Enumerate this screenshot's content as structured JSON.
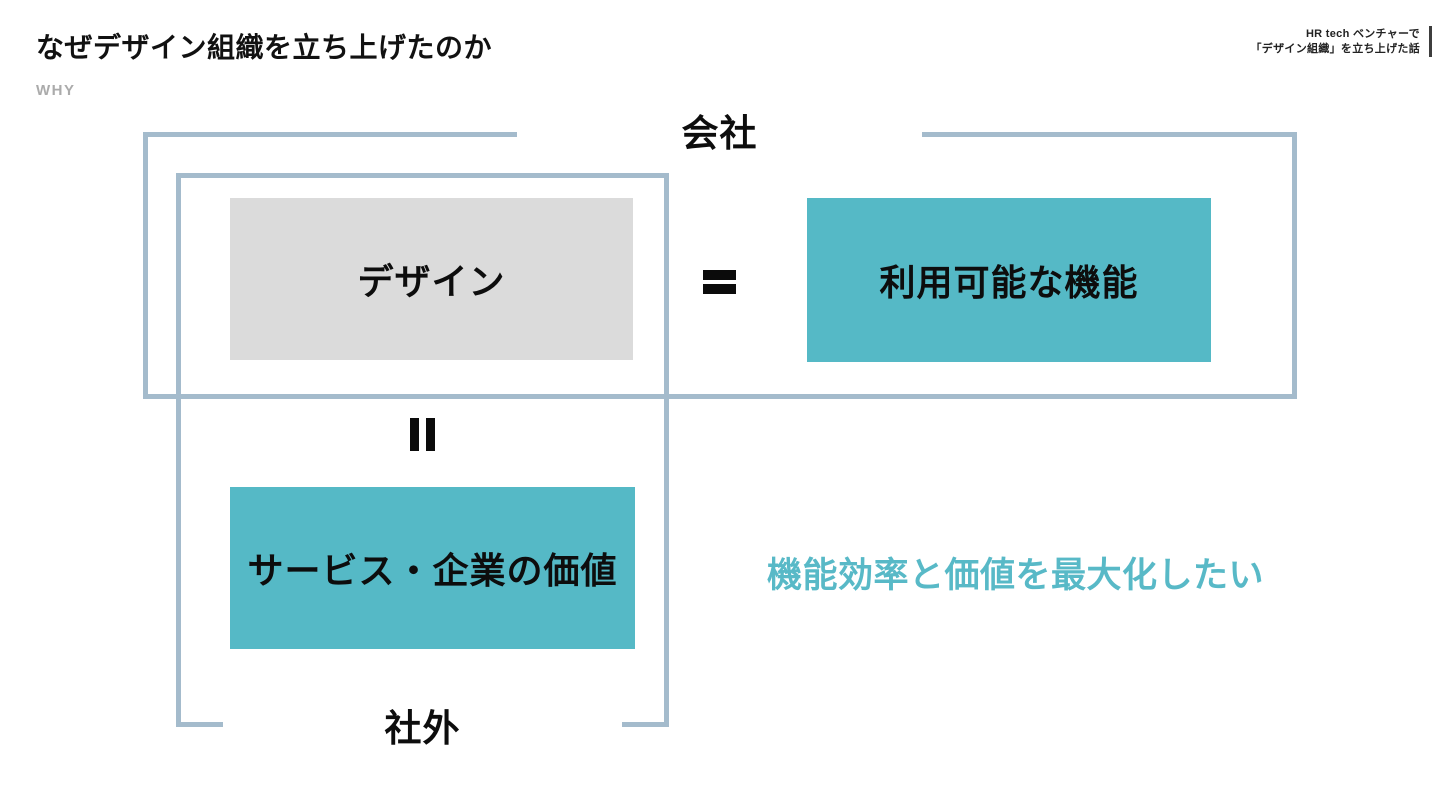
{
  "header": {
    "title": "なぜデザイン組織を立ち上げたのか",
    "subtitle": "WHY",
    "note_line1": "HR tech ベンチャーで",
    "note_line2": "「デザイン組織」を立ち上げた話"
  },
  "diagram": {
    "company_label": "会社",
    "external_label": "社外",
    "design_label": "デザイン",
    "functions_label": "利用可能な機能",
    "value_label": "サービス・企業の価値",
    "slogan": "機能効率と価値を最大化したい"
  },
  "colors": {
    "teal_box": "#55B9C6",
    "gray_box": "#DBDBDB",
    "frame_blue": "#A4BBCC",
    "slogan_teal": "#58B9C7",
    "title_text": "#111111",
    "subtitle_gray": "#ABABAB",
    "note_bar": "#3d3d3d",
    "equals_black": "#0b0b0b"
  }
}
